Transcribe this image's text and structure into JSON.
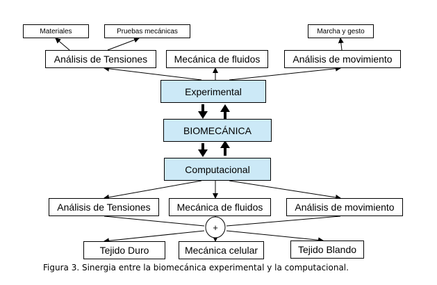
{
  "top_details": {
    "materiales": "Materiales",
    "pruebas": "Pruebas mecánicas",
    "marcha": "Marcha y gesto"
  },
  "top_row": {
    "tensiones": "Análisis de Tensiones",
    "fluidos": "Mecánica de fluidos",
    "movimiento": "Análisis de movimiento"
  },
  "core": {
    "experimental": "Experimental",
    "biomecanica": "BIOMECÁNICA",
    "computacional": "Computacional"
  },
  "bottom_row": {
    "tensiones": "Análisis de Tensiones",
    "fluidos": "Mecánica de fluidos",
    "movimiento": "Análisis de movimiento"
  },
  "junction": {
    "symbol": "+"
  },
  "tissues": {
    "duro": "Tejido Duro",
    "celular": "Mecánica celular",
    "blando": "Tejido Blando"
  },
  "caption": "Figura 3. Sinergia entre la biomecánica experimental y la computacional."
}
